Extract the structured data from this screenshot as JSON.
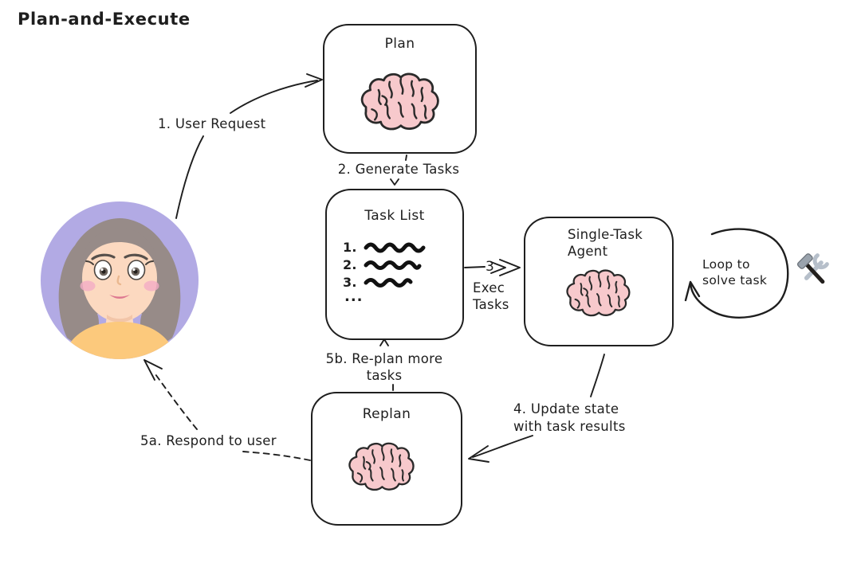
{
  "title": "Plan-and-Execute",
  "palette": {
    "stroke": "#1e1e1e",
    "brain_fill": "#f7c9cc",
    "avatar_background": "#b2aae4",
    "avatar_hair": "#978b88",
    "avatar_skin": "#fcd9c0",
    "avatar_shirt": "#fcc97c"
  },
  "nodes": {
    "plan": {
      "label": "Plan"
    },
    "task_list": {
      "label": "Task List",
      "items": [
        "1.",
        "2.",
        "3."
      ],
      "ellipsis": "..."
    },
    "single_task_agent": {
      "label": "Single-Task Agent"
    },
    "replan": {
      "label": "Replan"
    }
  },
  "edges": {
    "user_request": {
      "label": "1. User Request"
    },
    "generate_tasks": {
      "label": "2. Generate Tasks"
    },
    "exec_tasks": {
      "number": "3",
      "label": "Exec Tasks"
    },
    "update_state": {
      "label": "4. Update state with task results"
    },
    "respond_to_user": {
      "label": "5a. Respond to user"
    },
    "replan_more_tasks": {
      "label": "5b. Re-plan more tasks"
    }
  },
  "loop": {
    "label": "Loop to solve task"
  },
  "icons": {
    "tools": "hammer-and-wrench"
  }
}
